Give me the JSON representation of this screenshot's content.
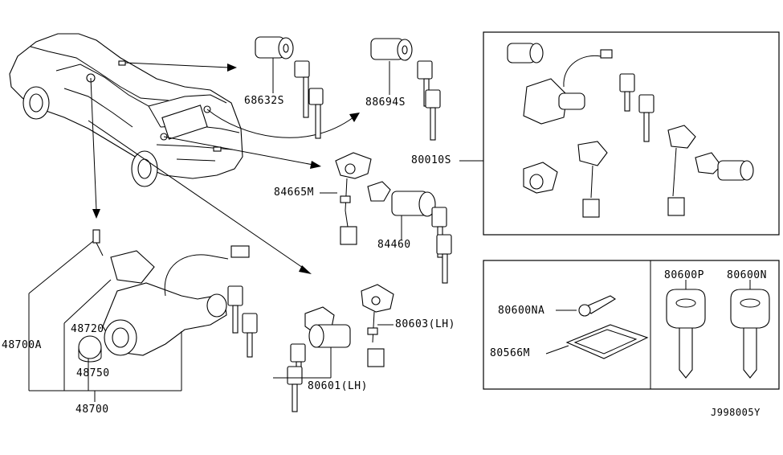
{
  "labels": {
    "p68632s": "68632S",
    "p88694s": "88694S",
    "p80010s": "80010S",
    "p84665m": "84665M",
    "p84460": "84460",
    "p80603lh": "80603(LH)",
    "p80601lh": "80601(LH)",
    "p48720": "48720",
    "p48700a": "48700A",
    "p48750": "48750",
    "p48700": "48700",
    "p80600na": "80600NA",
    "p80566m": "80566M",
    "p80600p": "80600P",
    "p80600n": "80600N",
    "diagram_code": "J998005Y"
  },
  "colors": {
    "ink": "#000000",
    "paper": "#ffffff"
  }
}
